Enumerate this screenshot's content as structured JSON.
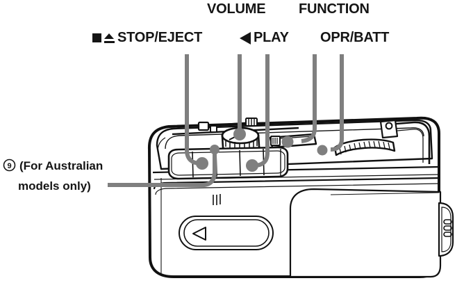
{
  "figure": {
    "type": "exploded-callout technical illustration",
    "subject": "portable cassette recorder / radio top panel",
    "line_color": "#7f7f7f",
    "ink_color": "#111111",
    "background": "#ffffff"
  },
  "callouts": [
    {
      "id": "volume",
      "label": "VOLUME",
      "icons": []
    },
    {
      "id": "function",
      "label": "FUNCTION",
      "icons": []
    },
    {
      "id": "stop_eject",
      "label": "STOP/EJECT",
      "icons": [
        "stop-square-icon",
        "eject-triangle-icon"
      ]
    },
    {
      "id": "play",
      "label": "PLAY",
      "icons": [
        "play-triangle-icon"
      ]
    },
    {
      "id": "opr_batt",
      "label": "OPR/BATT",
      "icons": []
    }
  ],
  "note": {
    "symbol": "9",
    "symbol_name": "circled-nine-icon",
    "text_line_1": "(For Australian",
    "text_line_2": "models only)"
  },
  "device_parts": {
    "volume_dial": "VOLUME",
    "function_switch": "FUNCTION",
    "opr_batt_indicator": "OPR/BATT",
    "button_bar": "STOP/EJECT and PLAY buttons",
    "cassette_window_marker": "tape direction triangle",
    "side_grip": "side grip ribs"
  }
}
